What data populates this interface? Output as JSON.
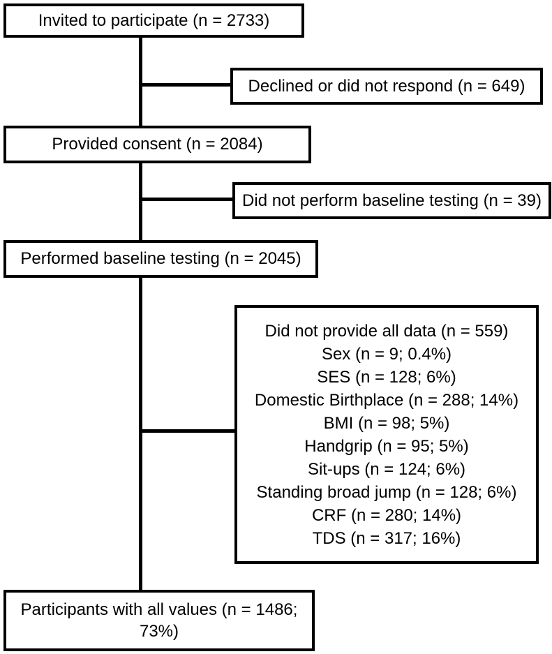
{
  "diagram": {
    "type": "participant-flow",
    "colors": {
      "background": "#ffffff",
      "box_border": "#000000",
      "connector_line": "#000000",
      "text": "#000000"
    },
    "boxes": {
      "invited": {
        "label": "Invited to participate (n = 2733)"
      },
      "declined": {
        "label": "Declined or did not respond (n = 649)"
      },
      "consent": {
        "label": "Provided consent (n = 2084)"
      },
      "no_baseline": {
        "label": "Did not perform baseline testing (n = 39)"
      },
      "baseline": {
        "label": "Performed baseline testing (n = 2045)"
      },
      "not_all_data": {
        "lines": [
          "Did not provide all data (n = 559)",
          "Sex (n = 9; 0.4%)",
          "SES (n = 128; 6%)",
          "Domestic Birthplace (n = 288; 14%)",
          "BMI (n = 98; 5%)",
          "Handgrip (n = 95; 5%)",
          "Sit-ups (n = 124; 6%)",
          "Standing broad jump (n = 128; 6%)",
          "CRF (n = 280; 14%)",
          "TDS (n = 317; 16%)"
        ]
      },
      "complete": {
        "label": "Participants with all values (n = 1486; 73%)"
      }
    }
  }
}
